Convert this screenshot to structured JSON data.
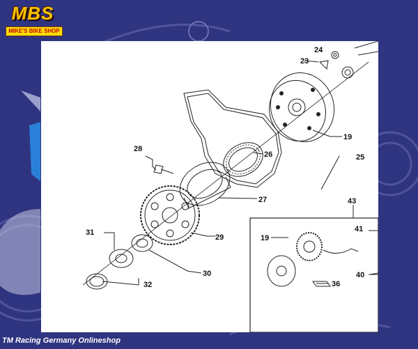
{
  "logo": {
    "main": "MBS",
    "sub": "MIKE'S BIKE SHOP"
  },
  "footer": "TM Racing Germany  Onlineshop",
  "callouts": [
    "24",
    "23",
    "19",
    "28",
    "26",
    "25",
    "27",
    "43",
    "41",
    "31",
    "29",
    "19",
    "30",
    "40",
    "32",
    "36"
  ]
}
